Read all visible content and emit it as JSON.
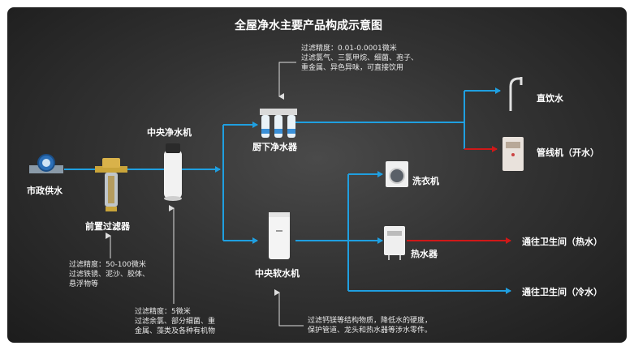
{
  "title": "全屋净水主要产品构成示意图",
  "labels": {
    "municipal": "市政供水",
    "prefilter": "前置过滤器",
    "central_purifier": "中央净水机",
    "undersink": "厨下净水器",
    "central_softener": "中央软水机",
    "direct_drink": "直饮水",
    "pipeline_machine": "管线机（开水）",
    "washer": "洗衣机",
    "heater": "热水器",
    "bath_hot": "通往卫生间（热水）",
    "bath_cold": "通往卫生间（冷水）"
  },
  "notes": {
    "undersink": [
      "过滤精度：0.01-0.0001微米",
      "过滤氯气、三氯甲烷、细菌、孢子、",
      "重金属、异色异味，可直接饮用"
    ],
    "prefilter": [
      "过滤精度：50-100微米",
      "过滤铁锈、泥沙、胶体、",
      "悬浮物等"
    ],
    "purifier": [
      "过滤精度：5微米",
      "过滤余氯、部分细菌、重",
      "金属、藻类及各种有机物"
    ],
    "softener": [
      "过滤钙镁等结构物质，降低水的硬度，",
      "保护管道、龙头和热水器等涉水零件。"
    ]
  },
  "colors": {
    "cold_line": "#1f9fe0",
    "hot_line": "#d01818",
    "text": "#ffffff"
  }
}
